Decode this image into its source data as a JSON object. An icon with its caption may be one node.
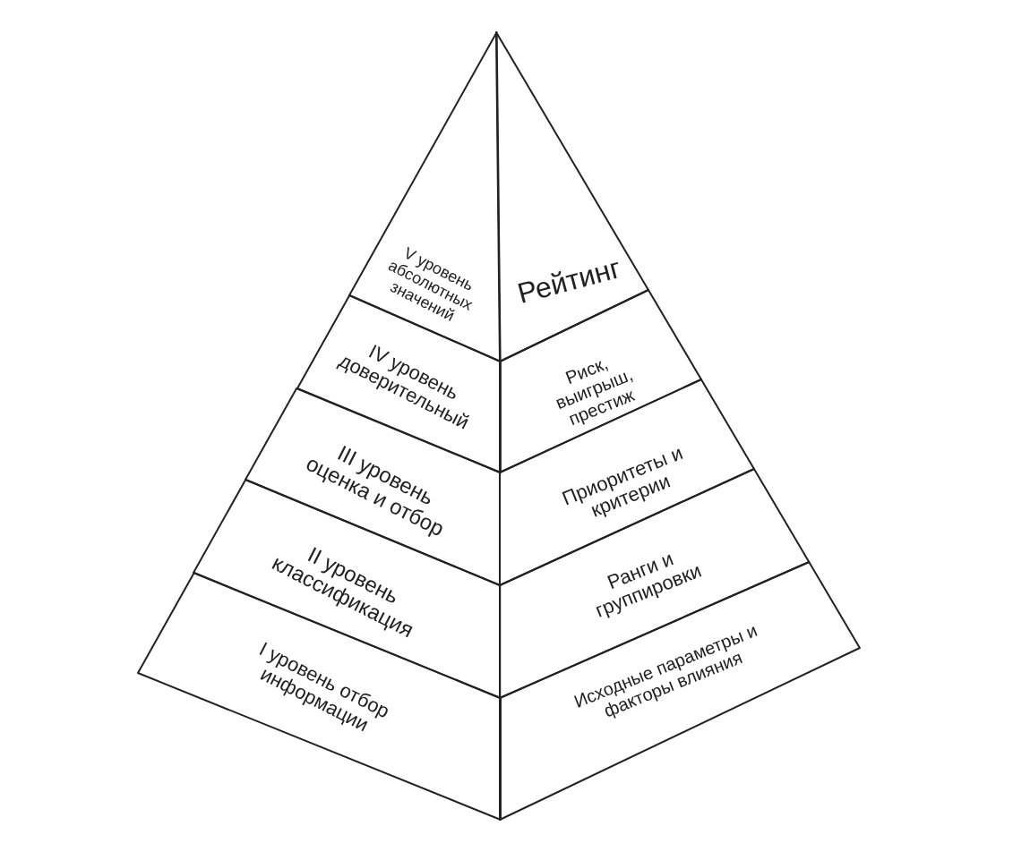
{
  "diagram": {
    "nodes": [
      {
        "text": [
          "V уровень абсолютных значений"
        ]
      },
      {
        "text": [
          "IV уровень доверительный"
        ]
      },
      {
        "text": [
          "III уровень оценка и отбор"
        ]
      },
      {
        "text": [
          "II уровень классификация"
        ]
      },
      {
        "text": [
          "I уровень отбор информации"
        ]
      },
      {
        "text": [
          "Рейтинг"
        ]
      },
      {
        "text": [
          "Риск, выигрыш, престиж"
        ]
      },
      {
        "text": [
          "Приоритеты и критерии"
        ]
      },
      {
        "text": [
          "Ранги и группировки"
        ]
      },
      {
        "text": [
          "Исходные параметры и факторы влияния"
        ]
      }
    ]
  }
}
